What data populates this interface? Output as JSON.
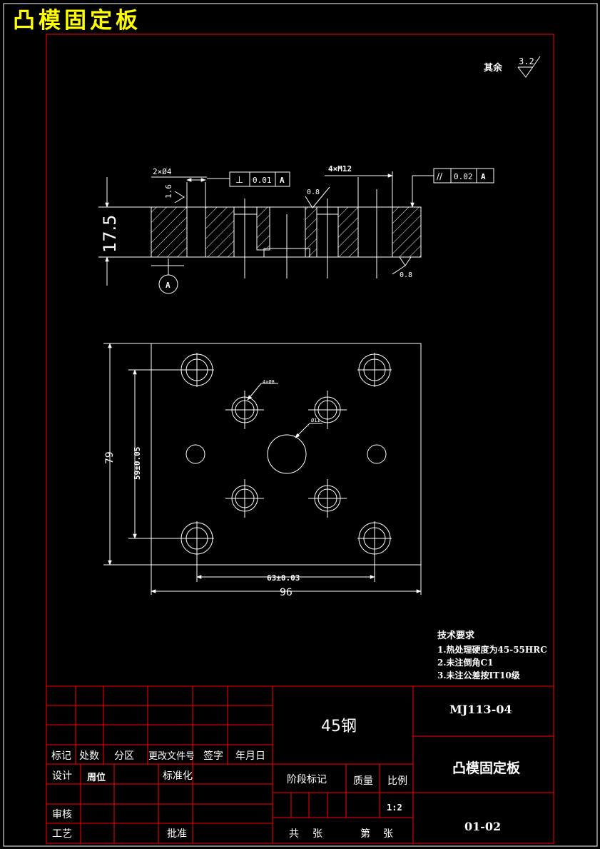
{
  "title": "凸模固定板",
  "roughness_note": {
    "label": "其余",
    "value": "3.2"
  },
  "section_view": {
    "hole_label": "2×Ø4",
    "thread_label": "4×M12",
    "perpendicularity": {
      "symbol": "⊥",
      "tolerance": "0.01",
      "datum": "A"
    },
    "parallelism": {
      "symbol": "//",
      "tolerance": "0.02",
      "datum": "A"
    },
    "roughness_hole": "1.6",
    "roughness_step": "0.8",
    "roughness_bottom": "0.8",
    "thickness": "17.5",
    "datum_marker": "A"
  },
  "plan_view": {
    "bolt_hole_label": "4×Ø8",
    "center_hole_label": "Ø11",
    "dim_height": "79",
    "dim_hole_spacing_v": "59±0.05",
    "dim_width": "96",
    "dim_hole_spacing_h": "63±0.03"
  },
  "notes": {
    "heading": "技术要求",
    "items": [
      "1.热处理硬度为45-55HRC",
      "2.未注倒角C1",
      "3.未注公差按IT10级"
    ]
  },
  "title_block": {
    "material": "45钢",
    "drawing_no": "MJ113-04",
    "part_name": "凸模固定板",
    "sheet_no": "01-02",
    "scale": "1:2",
    "labels": {
      "mark": "标记",
      "count": "处数",
      "zone": "分区",
      "change_doc": "更改文件号",
      "signature": "签字",
      "date": "年月日",
      "design": "设计",
      "standardize": "标准化",
      "review": "审核",
      "process": "工艺",
      "approve": "批准",
      "stage_mark": "阶段标记",
      "weight": "质量",
      "ratio": "比例",
      "total": "共",
      "sheets": "张",
      "sheet_nth": "第",
      "sheet_unit": "张"
    },
    "designer": "周位"
  },
  "colors": {
    "background": "#000000",
    "line": "#ffffff",
    "border": "#ff0000",
    "title": "#ffff00"
  }
}
